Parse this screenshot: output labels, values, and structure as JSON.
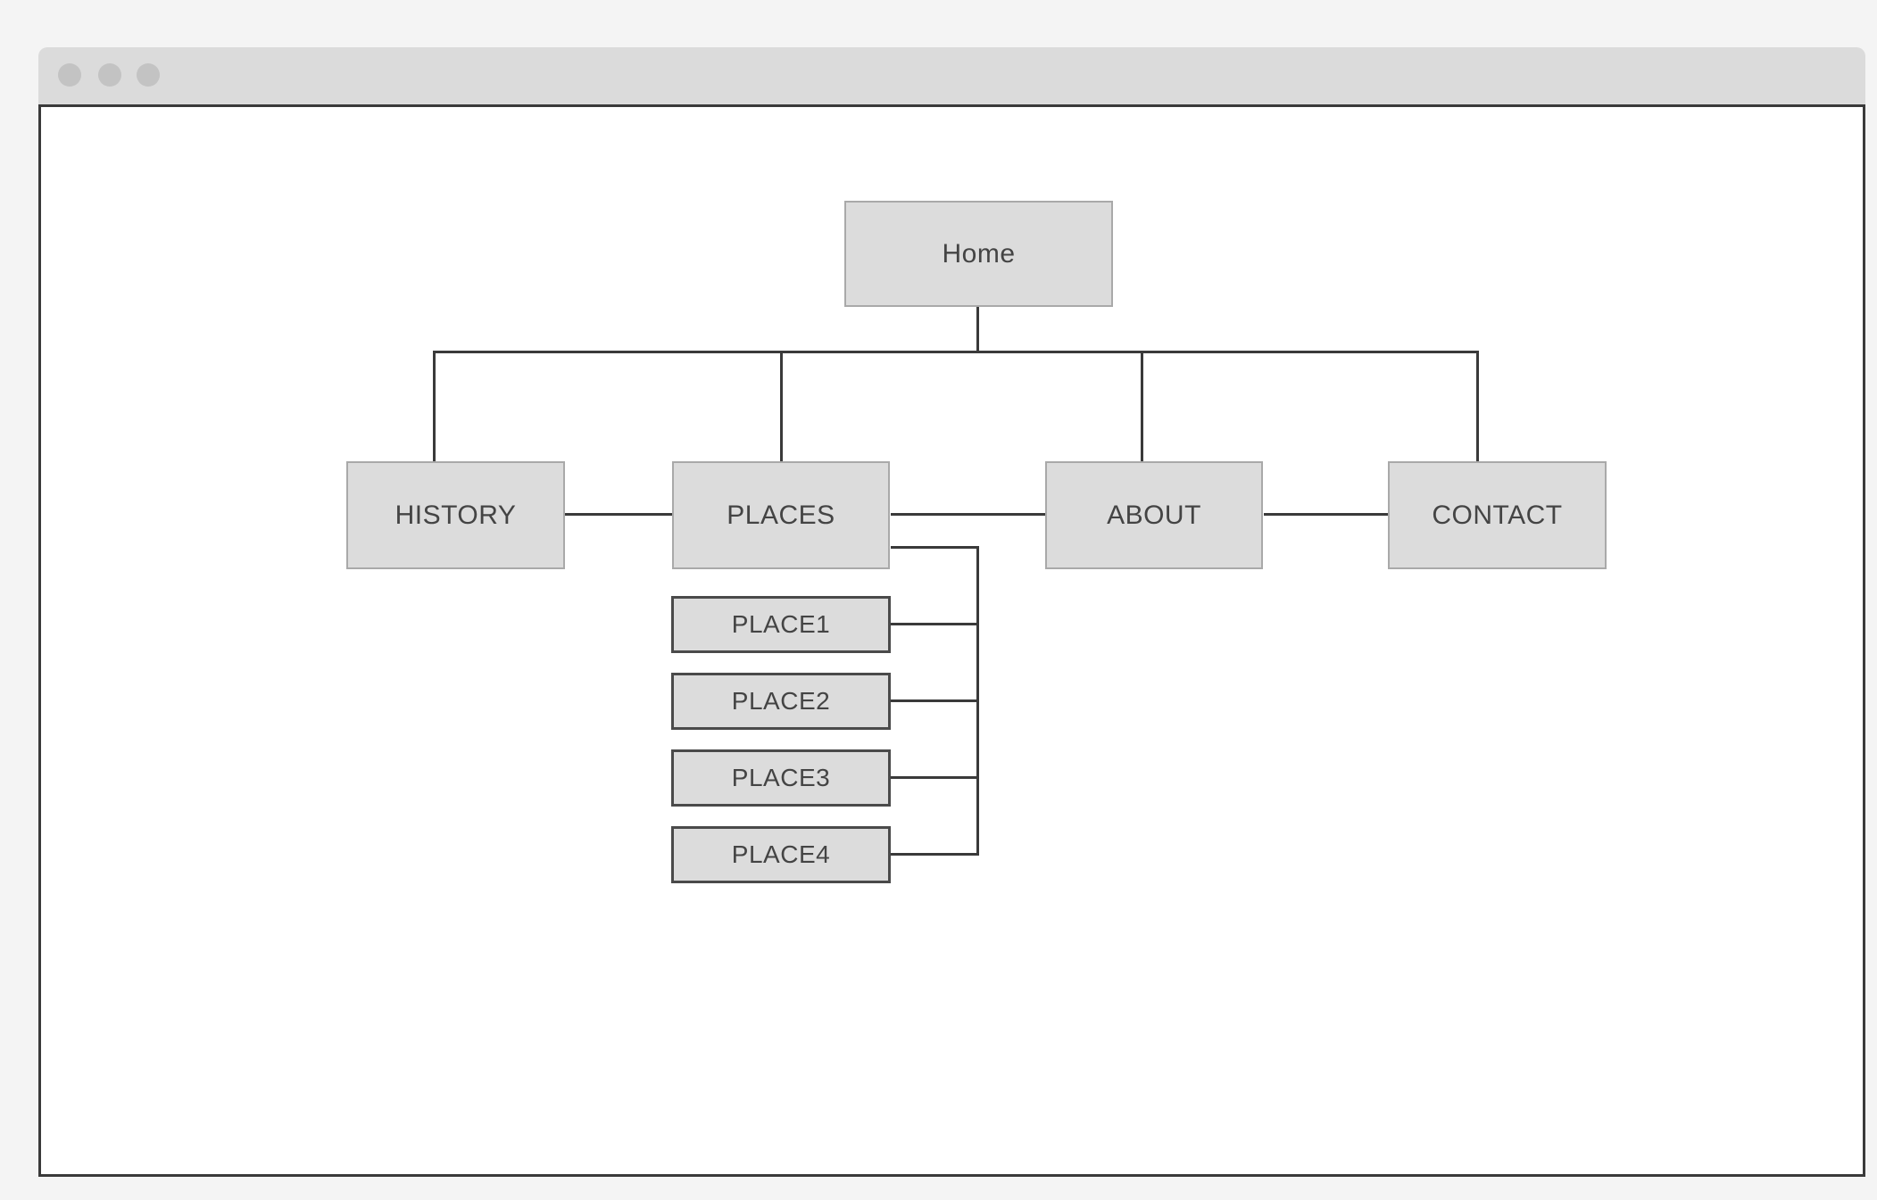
{
  "diagram": {
    "root": {
      "label": "Home"
    },
    "level2": [
      {
        "label": "HISTORY"
      },
      {
        "label": "PLACES"
      },
      {
        "label": "ABOUT"
      },
      {
        "label": "CONTACT"
      }
    ],
    "places_children": [
      {
        "label": "PLACE1"
      },
      {
        "label": "PLACE2"
      },
      {
        "label": "PLACE3"
      },
      {
        "label": "PLACE4"
      }
    ]
  },
  "colors": {
    "page_bg": "#f4f4f4",
    "titlebar_bg": "#dbdbdb",
    "titlebar_dot": "#c3c3c3",
    "canvas_bg": "#ffffff",
    "node_fill": "#dcdcdc",
    "node_border_light": "#a9a9a9",
    "node_border_dark": "#4a4a4a",
    "connector": "#3a3a3a",
    "text": "#444444"
  }
}
